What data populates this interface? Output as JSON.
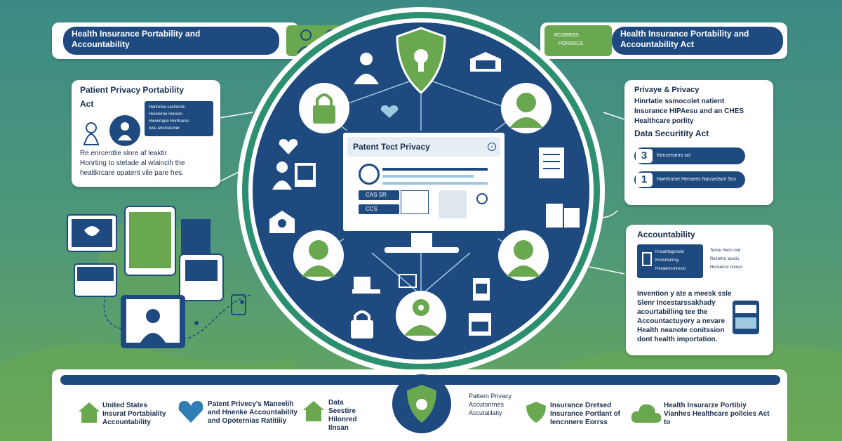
{
  "header_left": {
    "title_line1": "Health Insurance Portability and",
    "title_line2": "Accountability"
  },
  "header_right": {
    "title_line1": "Health Insurance Portability and",
    "title_line2": "Accountability Act",
    "badge_line1": "RCOBRSS",
    "badge_line2": "PORRDCS"
  },
  "left_card": {
    "title": "Patient Privacy Portability",
    "subtitle": "Act",
    "info_lines": [
      "Hanrorse caclncrsk",
      "Hsromrne rmnsnn",
      "Hxwnmpre Horrhacsc",
      "Iuss ansrcesmer"
    ],
    "body_lines": [
      "Re enrcentlie slnre af leaktir",
      "Honrting to stelade al wlaincih the",
      "healtkrcare opatent vile pare hes."
    ]
  },
  "center": {
    "monitor_title": "Patent Tect Privacy",
    "field1": "CAS SR",
    "field2": "CCS",
    "colors": {
      "navy": "#1e4a80",
      "green": "#6aa84f",
      "ring": "#2c8f6f"
    }
  },
  "right_card1": {
    "title": "Privaye & Privacy",
    "lines": [
      "Hinrtatie ssmocolet natient",
      "Insurance HIPAesu and an CHES",
      "Healthcare porlity"
    ],
    "subheading": "Data Securitity Act",
    "items": [
      {
        "num": "3",
        "label": "Kencersmrs sct"
      },
      {
        "num": "1",
        "label": "Haertrnrse Hensees Nacsedsce Scs"
      }
    ]
  },
  "right_card2": {
    "title": "Accountability",
    "side_lines": [
      "Tence Hecn cnd",
      "Resnrtrn acscis",
      "Hsnsercsr cunsrs"
    ],
    "box_lines": [
      "Hncarttsgsnsxn",
      "Hcnsrtunnsy",
      "Heraenrsrnresst"
    ],
    "body_lines": [
      "Invention y ate a meesk ssle",
      "Slenr Incestarssakhady",
      "acourtabilling tee the",
      "Accountactuyory a nevare",
      "Health neanote conitssion",
      "dont health importation."
    ]
  },
  "footer": {
    "item1": [
      "United States",
      "Insurat Portabiality",
      "Accountability"
    ],
    "item2": [
      "Patent Privecy's Maneelih",
      "and Hnenke Accountability",
      "and Opoternias Ratitiiiy"
    ],
    "item3": [
      "Data",
      "Seestire",
      "Hilonred",
      "Ilnsan"
    ],
    "item4": [
      "Pattern Privacy",
      "Accutonrnes",
      "Accutaiilatiy"
    ],
    "item5": [
      "Insurance Dretsed",
      "Insurance Portlant of",
      "Iencnnere Eorrss"
    ],
    "item6": [
      "Health Insurarze Portibiy",
      "Vianhes Healthcare pollcies Act",
      "to"
    ]
  }
}
